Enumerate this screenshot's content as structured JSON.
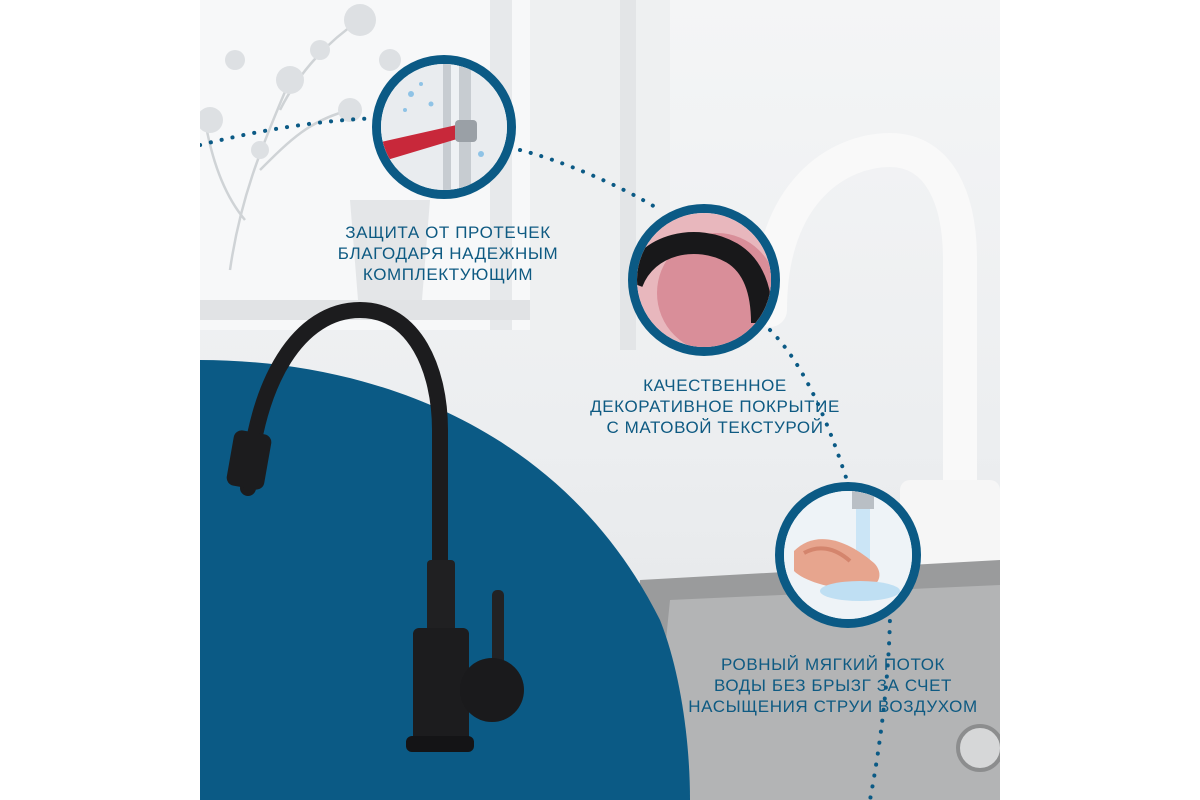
{
  "features": [
    {
      "id": "leak-protection",
      "lines": [
        "ЗАЩИТА ОТ ПРОТЕЧЕК",
        "БЛАГОДАРЯ НАДЕЖНЫМ",
        "КОМПЛЕКТУЮЩИМ"
      ],
      "icon": "wrench-icon"
    },
    {
      "id": "coating",
      "lines": [
        "КАЧЕСТВЕННОЕ",
        "ДЕКОРАТИВНОЕ ПОКРЫТИЕ",
        "С МАТОВОЙ ТЕКСТУРОЙ"
      ],
      "icon": "hose-icon"
    },
    {
      "id": "soft-flow",
      "lines": [
        "РОВНЫЙ МЯГКИЙ ПОТОК",
        "ВОДЫ БЕЗ БРЫЗГ ЗА СЧЕТ",
        "НАСЫЩЕНИЯ СТРУИ ВОЗДУХОМ"
      ],
      "icon": "water-flow-icon"
    }
  ],
  "colors": {
    "accent_blue": "#0b5a85",
    "caption_text": "#0e5a82",
    "faucet_black": "#1c1c1e",
    "hose_pink": "#d98e99"
  }
}
